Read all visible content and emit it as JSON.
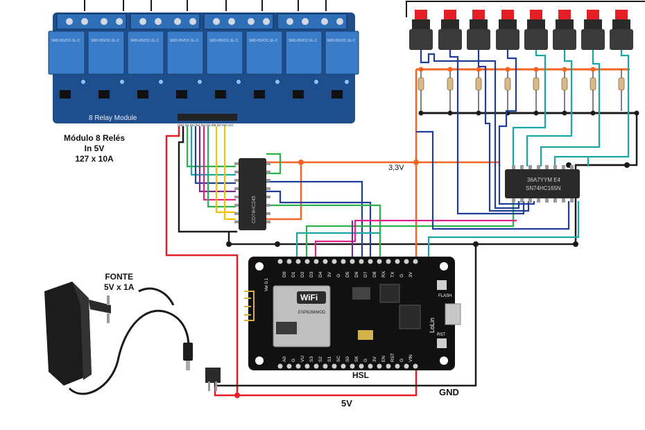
{
  "labels": {
    "relay_line1": "Módulo 8 Relés",
    "relay_line2": "In 5V",
    "relay_line3": "127 x 10A",
    "fonte_line1": "FONTE",
    "fonte_line2": "5V x 1A",
    "v33": "3,3V",
    "hsl": "HSL",
    "v5": "5V",
    "gnd": "GND"
  },
  "relay_module": {
    "title": "8 Relay Module",
    "relay_text": "SRD-05VDC-SL-C",
    "pins": "GND IN1 IN2 IN3 IN4 IN5 IN6 IN7 IN8 VCC",
    "relay_count": 8
  },
  "ic_shift_in": {
    "marking_line1": "36A7YYM E4",
    "marking_line2": "SN74HC165N"
  },
  "ic_left": {
    "marking": "CD74HC245"
  },
  "nodemcu": {
    "top_pins": [
      "D0",
      "D1",
      "D2",
      "D3",
      "D4",
      "3V",
      "G",
      "D5",
      "D6",
      "D7",
      "D8",
      "RX",
      "TX",
      "G",
      "3V"
    ],
    "bottom_pins": [
      "A0",
      "G",
      "VU",
      "S3",
      "S2",
      "S1",
      "SC",
      "S0",
      "SK",
      "G",
      "3V",
      "EN",
      "RST",
      "G",
      "VIN"
    ],
    "module_name": "ESP8266MOD",
    "wifi": "WiFi",
    "flash": "FLASH",
    "rst": "RST",
    "lolin": "LoLin",
    "ver": "Ver 0.1"
  },
  "buttons": {
    "count": 8
  },
  "colors": {
    "red_wire": "#e31e24",
    "orange_wire": "#f26522",
    "black_wire": "#1a1a1a",
    "blue_wire": "#1f3e99",
    "teal_wire": "#1aa5a5",
    "green_wire": "#2bb24c",
    "yellow_wire": "#f2c200",
    "purple_wire": "#7a2a8c",
    "pink_wire": "#e0218a",
    "relay_board": "#1e4e8c",
    "relay_block": "#2f6fb8",
    "nodemcu_board": "#111111"
  }
}
